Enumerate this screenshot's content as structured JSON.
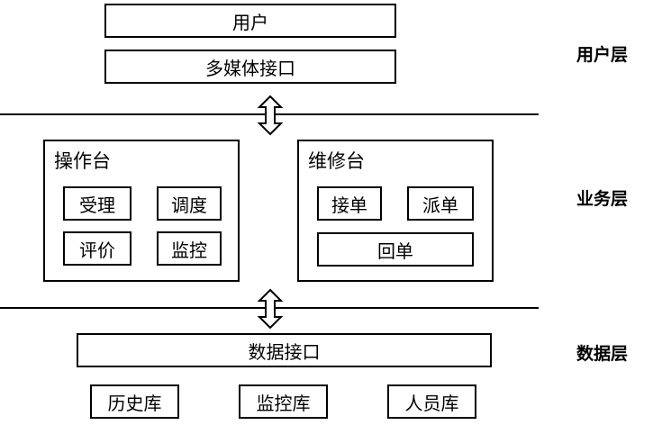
{
  "user_layer": {
    "label": "用户层",
    "user_box": "用户",
    "multimedia_box": "多媒体接口"
  },
  "business_layer": {
    "label": "业务层",
    "console": {
      "title": "操作台",
      "items": [
        "受理",
        "调度",
        "评价",
        "监控"
      ]
    },
    "repair": {
      "title": "维修台",
      "items": [
        "接单",
        "派单",
        "回单"
      ]
    }
  },
  "data_layer": {
    "label": "数据层",
    "interface_box": "数据接口",
    "databases": [
      "历史库",
      "监控库",
      "人员库"
    ]
  }
}
